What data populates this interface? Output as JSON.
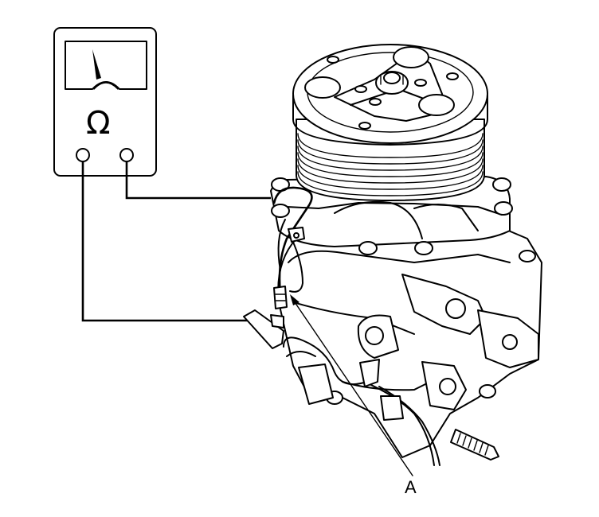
{
  "meter": {
    "symbol": "Ω",
    "icon": "ohmmeter-icon"
  },
  "callouts": [
    {
      "id": "A",
      "label": "A"
    }
  ],
  "colors": {
    "ink": "#000000",
    "background": "#ffffff"
  }
}
